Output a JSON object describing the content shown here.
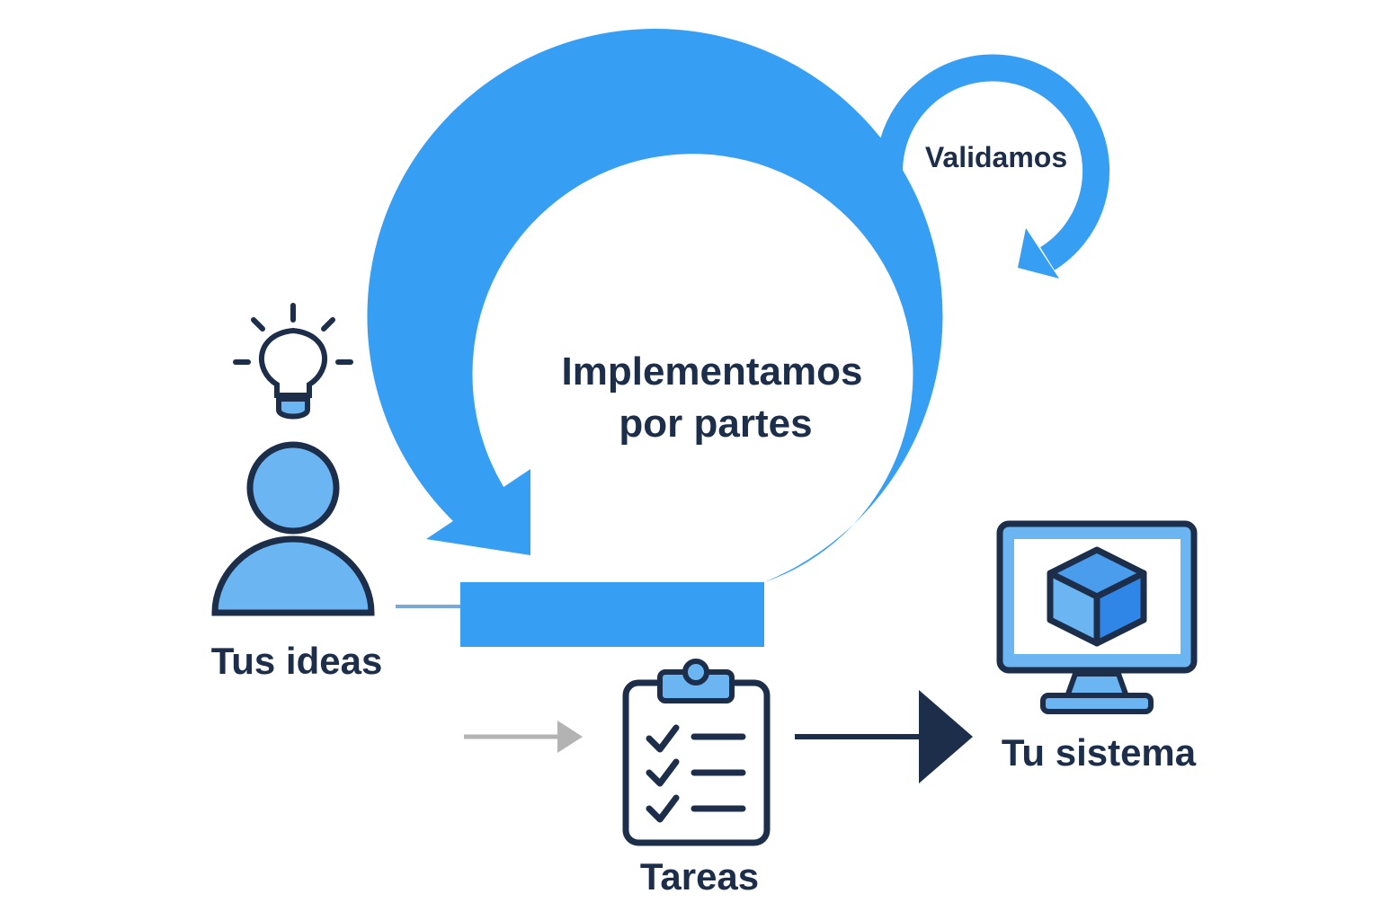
{
  "colors": {
    "primary_blue": "#369ff4",
    "light_blue": "#6bb6f2",
    "cube_blue": "#2f86e6",
    "navy": "#1c2e4a",
    "gray_arrow": "#b3b3b3",
    "connector": "#7aa7d4",
    "screen_bg": "#ffffff"
  },
  "nodes": {
    "ideas": {
      "label": "Tus ideas",
      "icons": [
        "lightbulb-icon",
        "person-icon"
      ]
    },
    "tasks": {
      "label": "Tareas",
      "icons": [
        "clipboard-checklist-icon"
      ]
    },
    "system": {
      "label": "Tu sistema",
      "icons": [
        "monitor-icon",
        "cube-icon"
      ]
    }
  },
  "cycle": {
    "main_line1": "Implementamos",
    "main_line2": "por partes",
    "validate_label": "Validamos"
  }
}
